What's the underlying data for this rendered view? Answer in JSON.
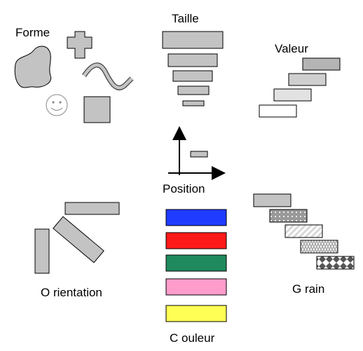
{
  "labels": {
    "forme": "Forme",
    "taille": "Taille",
    "valeur": "Valeur",
    "position": "Position",
    "orientation": "O rientation",
    "couleur": "C ouleur",
    "grain": "G rain"
  },
  "couleur": {
    "swatches": [
      "#1f3bff",
      "#ff1a1a",
      "#1f8a5e",
      "#ff9ccc",
      "#ffff55"
    ]
  },
  "valeur": {
    "fills": [
      "#b4b4b4",
      "#cfcfcf",
      "#e2e2e2",
      "#ffffff"
    ]
  },
  "colors": {
    "stroke": "#000000",
    "grey_fill": "#c3c3c3"
  }
}
